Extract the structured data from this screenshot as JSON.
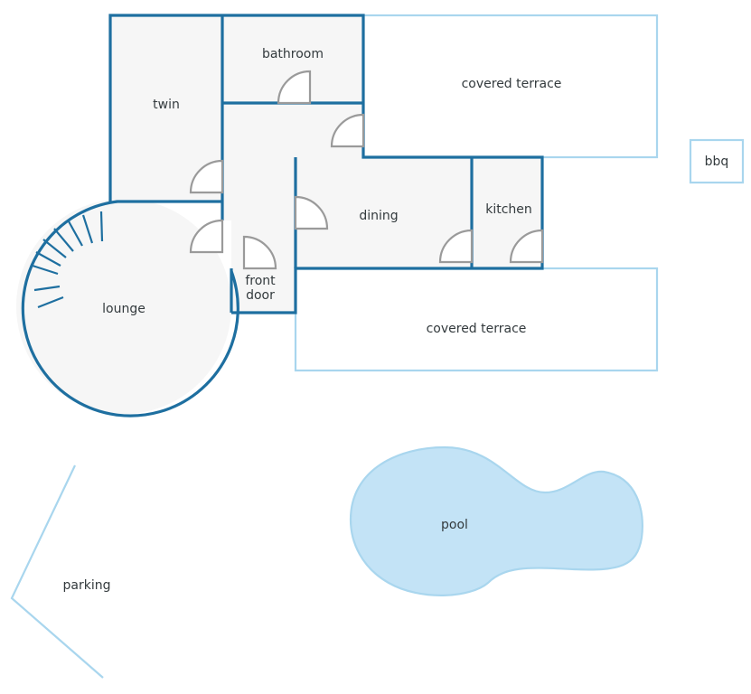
{
  "labels": {
    "bathroom": "bathroom",
    "twin": "twin",
    "covered_terrace_top": "covered terrace",
    "bbq": "bbq",
    "dining": "dining",
    "kitchen": "kitchen",
    "front_door_line1": "front",
    "front_door_line2": "door",
    "lounge": "lounge",
    "covered_terrace_bottom": "covered terrace",
    "pool": "pool",
    "parking": "parking"
  },
  "colors": {
    "wall": "#1e6fa0",
    "outline": "#a9d6ee",
    "room_fill": "#f6f6f6",
    "pool_fill": "#c3e3f6",
    "door": "#9a9a9a",
    "text": "#333a3d"
  }
}
